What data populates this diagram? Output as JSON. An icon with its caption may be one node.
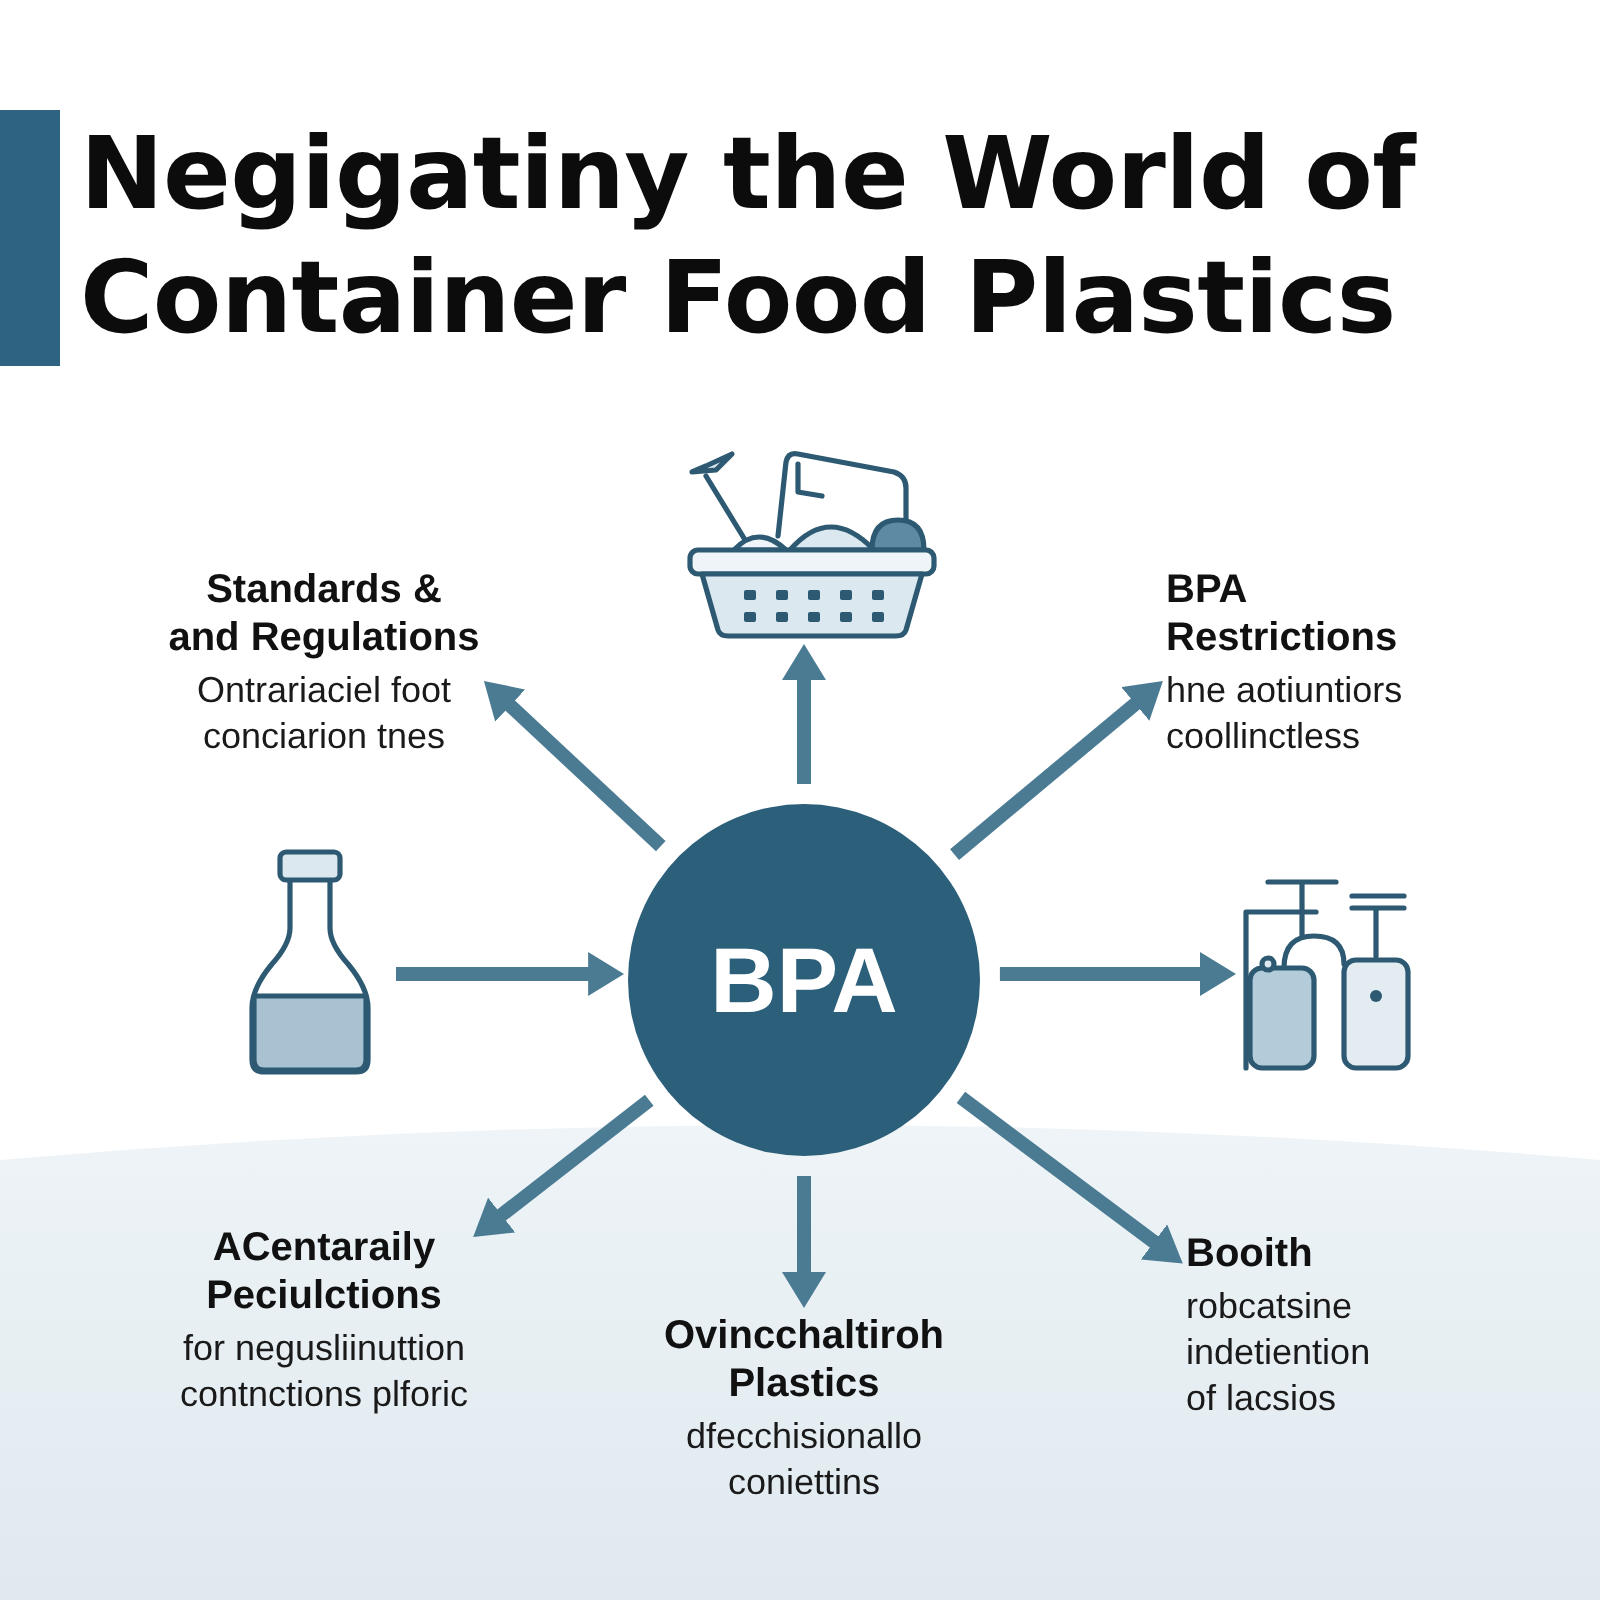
{
  "diagram": {
    "title": "Negigatiny the World of Container Food Plastics",
    "nodes": [
      {
        "text": [],
        "shape": "picture"
      },
      {
        "text": [
          "Standards & and Regulations",
          "Ontrariaciel foot conciarion tnes"
        ]
      },
      {
        "text": [
          "BPA Restrictions",
          "hne aotiuntiors coollinctless"
        ]
      },
      {
        "text": [],
        "shape": "picture"
      },
      {
        "text": [
          "BPA"
        ]
      },
      {
        "text": [],
        "shape": "picture"
      },
      {
        "text": [
          "ACentaraily Peciulctions",
          "for negusliinuttion contnctions plforic"
        ]
      },
      {
        "text": [
          "Ovincchaltiroh Plastics",
          "dfecchisionallo coniettins"
        ]
      },
      {
        "text": [
          "Booith",
          "robcatsine indetiention of lacsios"
        ]
      }
    ],
    "edges": [
      {
        "from": 4,
        "to": 0,
        "arrow": "to"
      },
      {
        "from": 4,
        "to": 1,
        "arrow": "to"
      },
      {
        "from": 4,
        "to": 2,
        "arrow": "to"
      },
      {
        "from": 3,
        "to": 4,
        "arrow": "to"
      },
      {
        "from": 4,
        "to": 5,
        "arrow": "to"
      },
      {
        "from": 4,
        "to": 6,
        "arrow": "to"
      },
      {
        "from": 4,
        "to": 7,
        "arrow": "to"
      },
      {
        "from": 4,
        "to": 8,
        "arrow": "to"
      }
    ]
  }
}
